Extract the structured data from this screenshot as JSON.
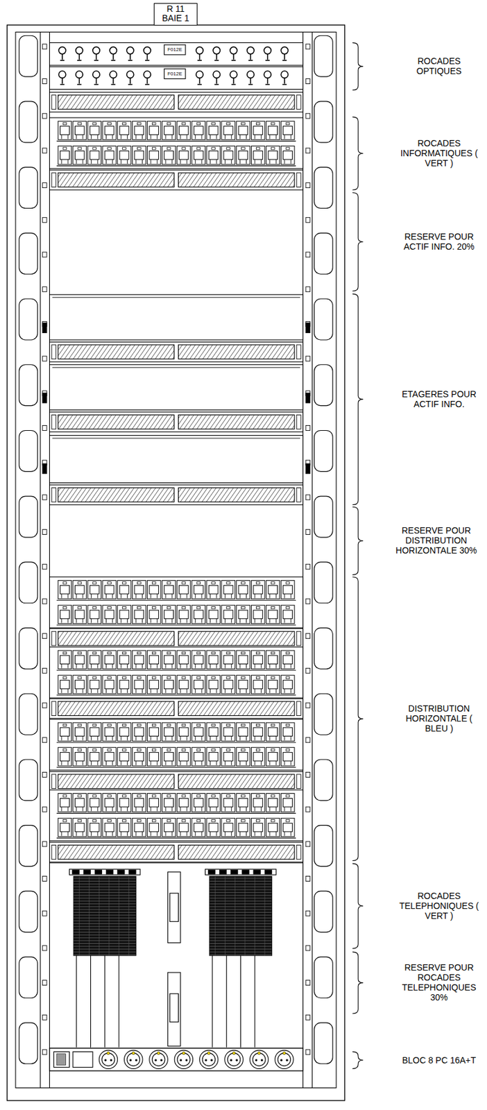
{
  "diagram": {
    "nodes": [
      {
        "text": [
          "R 11 BAIE 1"
        ]
      }
    ],
    "labels": [
      "F012E",
      "F012E",
      "ROCADES OPTIQUES",
      "ROCADES INFORMATIQUES ( VERT )",
      "RESERVE POUR ACTIF INFO. 20%",
      "ETAGERES POUR ACTIF INFO.",
      "RESERVE POUR DISTRIBUTION HORIZONTALE 30%",
      "DISTRIBUTION HORIZONTALE ( BLEU )",
      "ROCADES TELEPHONIQUES ( VERT )",
      "RESERVE POUR ROCADES TELEPHONIQUES 30%",
      "BLOC 8 PC 16A+T"
    ]
  }
}
